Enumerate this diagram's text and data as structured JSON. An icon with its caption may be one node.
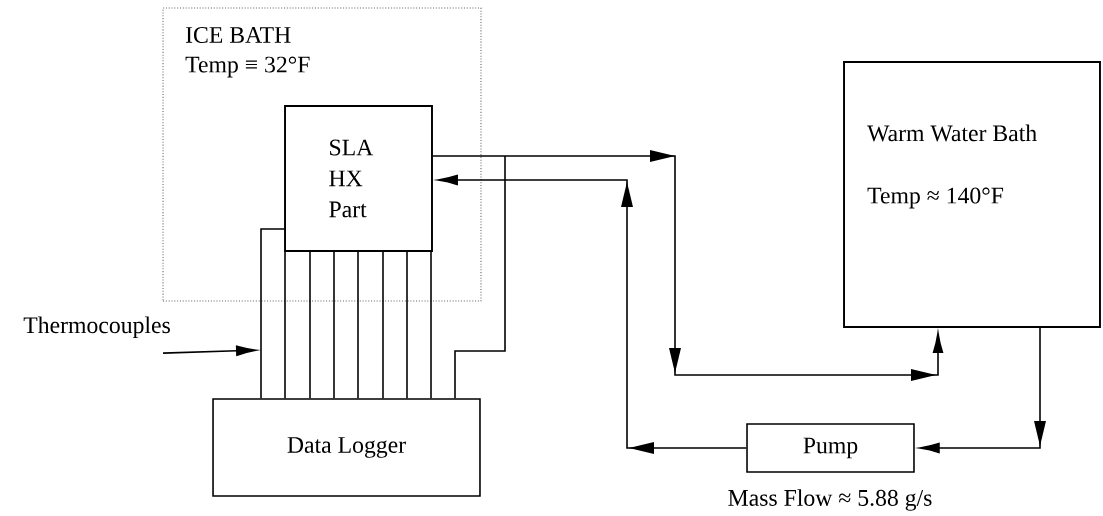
{
  "diagram": {
    "nodes": [
      {
        "text": [
          "ICE BATH",
          "Temp ≡ 32°F"
        ]
      },
      {
        "text": [
          "SLA HX Part"
        ],
        "in": 0
      },
      {
        "text": [
          "Warm Water Bath",
          "Temp ≈ 140°F"
        ]
      },
      {
        "text": [
          "Data Logger"
        ]
      },
      {
        "text": [
          "Pump"
        ],
        "beside": [
          "Mass Flow ≈ 5.88 g/s"
        ]
      },
      {
        "text": [
          "Thermocouples"
        ]
      }
    ],
    "edges": [
      {
        "from": 1,
        "to": 2,
        "arrow": "to"
      },
      {
        "from": 2,
        "to": 4,
        "arrow": "to"
      },
      {
        "from": 4,
        "to": 1,
        "arrow": "to"
      },
      {
        "from": 5,
        "to": null,
        "arrow": "to"
      },
      {
        "from": 1,
        "to": 3,
        "arrow": "none"
      },
      {
        "from": 1,
        "to": 3,
        "arrow": "none"
      },
      {
        "from": 1,
        "to": 3,
        "arrow": "none"
      },
      {
        "from": 1,
        "to": 3,
        "arrow": "none"
      },
      {
        "from": 1,
        "to": 3,
        "arrow": "none"
      },
      {
        "from": 1,
        "to": 3,
        "arrow": "none"
      },
      {
        "from": 1,
        "to": 3,
        "arrow": "none"
      },
      {
        "from": 1,
        "to": 3,
        "arrow": "none"
      },
      {
        "from": null,
        "to": 3,
        "arrow": "none"
      }
    ]
  }
}
